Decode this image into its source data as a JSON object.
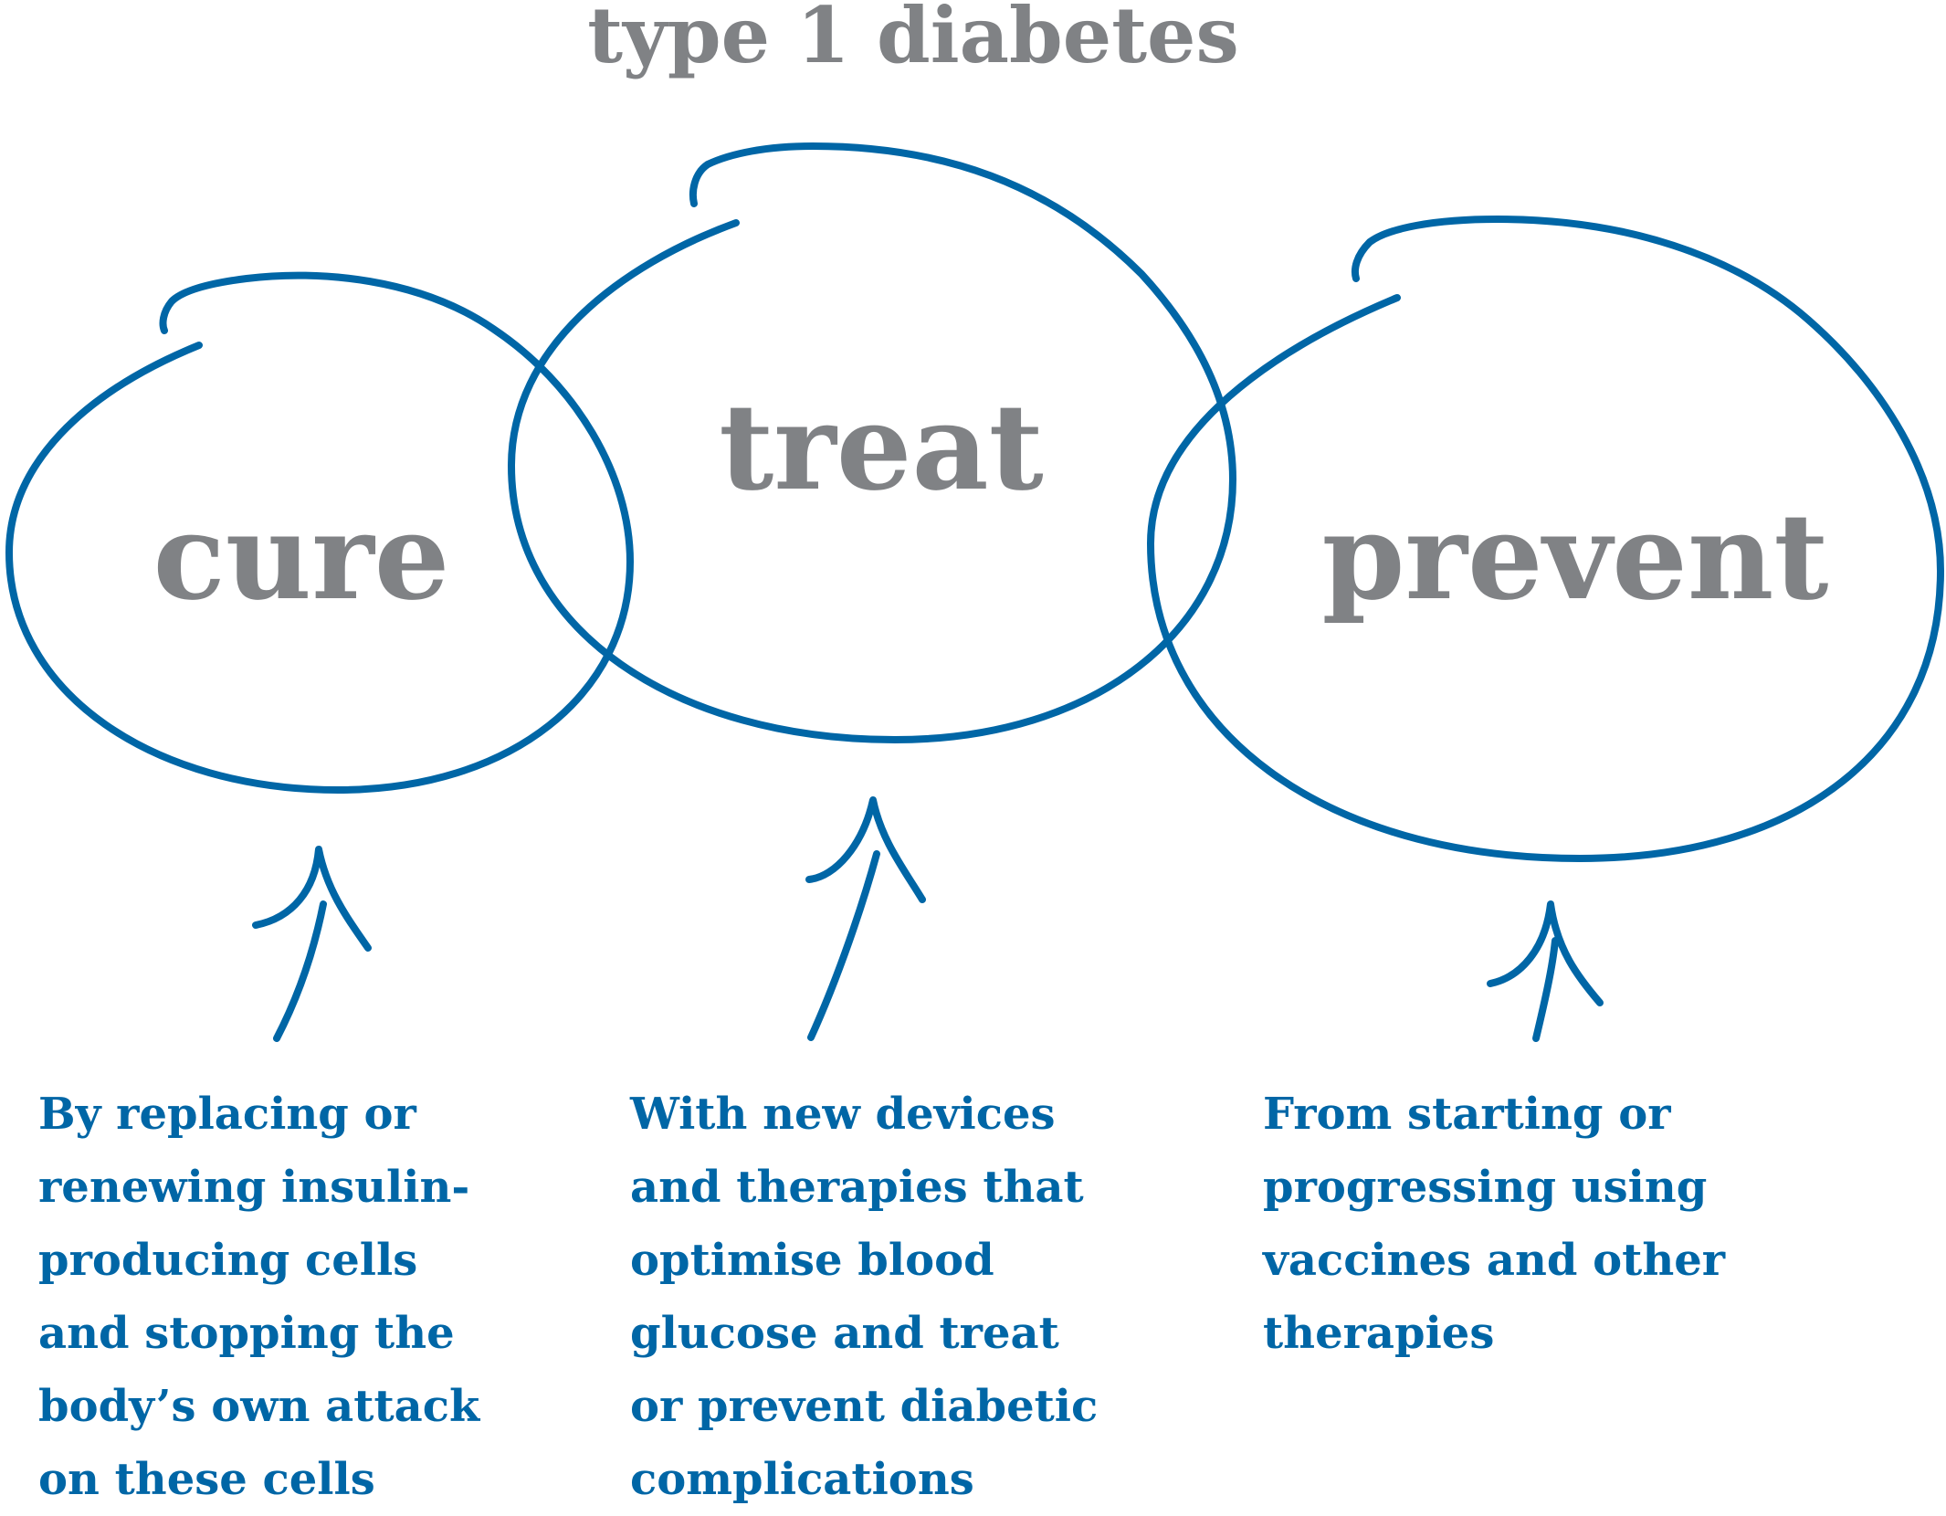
{
  "title": "type 1 diabetes",
  "colors": {
    "heading": "#808285",
    "accent": "#0066a6"
  },
  "circles": [
    {
      "key": "cure",
      "label": "cure"
    },
    {
      "key": "treat",
      "label": "treat"
    },
    {
      "key": "prevent",
      "label": "prevent"
    }
  ],
  "descriptions": {
    "cure": [
      "By replacing or",
      "renewing insulin-",
      "producing cells",
      "and stopping the",
      "body’s own attack",
      "on these cells"
    ],
    "treat": [
      "With new devices",
      "and therapies that",
      "optimise blood",
      "glucose and treat",
      "or prevent diabetic",
      "complications"
    ],
    "prevent": [
      "From starting or",
      "progressing using",
      "vaccines and other",
      "therapies"
    ]
  }
}
